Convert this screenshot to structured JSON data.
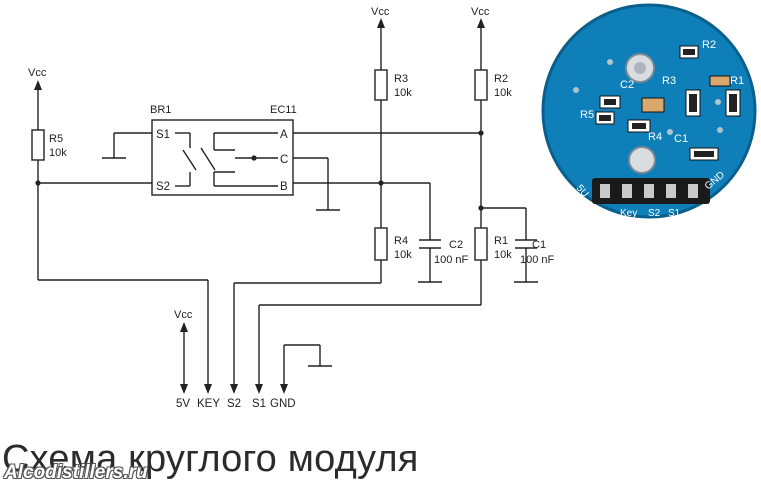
{
  "vcc_label": "Vcc",
  "resistors": [
    {
      "ref": "R5",
      "value": "10k"
    },
    {
      "ref": "R3",
      "value": "10k"
    },
    {
      "ref": "R2",
      "value": "10k"
    },
    {
      "ref": "R4",
      "value": "10k"
    },
    {
      "ref": "R1",
      "value": "10k"
    }
  ],
  "capacitors": [
    {
      "ref": "C2",
      "value": "100 nF"
    },
    {
      "ref": "C1",
      "value": "100 nF"
    }
  ],
  "button": {
    "ref": "BR1",
    "pins": [
      "S1",
      "S2"
    ]
  },
  "encoder": {
    "ref": "EC11",
    "pins": [
      "A",
      "C",
      "B"
    ]
  },
  "connector_pins": [
    "5V",
    "KEY",
    "S2",
    "S1",
    "GND"
  ],
  "photo": {
    "silk_labels": [
      "R2",
      "R3",
      "R1",
      "C2",
      "R5",
      "R4",
      "C1",
      "5U",
      "Key",
      "S2",
      "S1",
      "GND"
    ],
    "board_color": "#0e7fb8"
  },
  "caption": "Схема круглого модуля",
  "watermark": "Alcodistillers.ru"
}
